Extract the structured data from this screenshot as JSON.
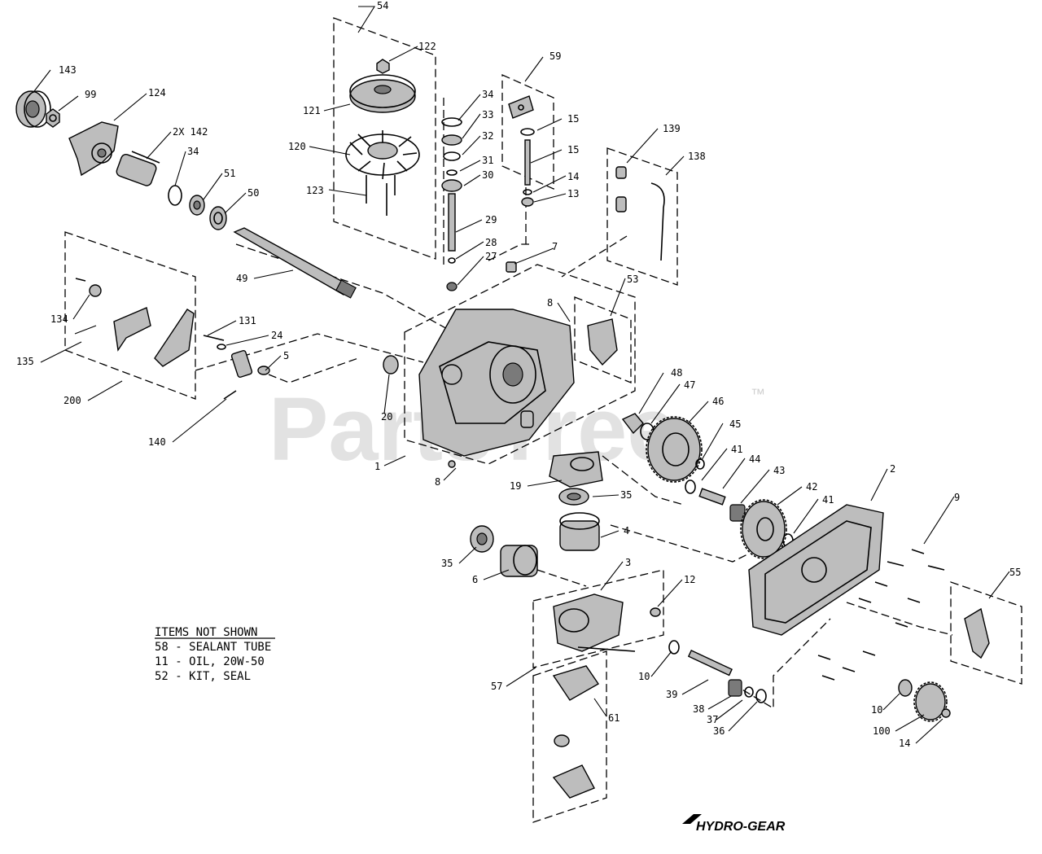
{
  "watermark": {
    "text": "PartsTree",
    "trademark": "™"
  },
  "notes": {
    "heading": "ITEMS NOT SHOWN",
    "lines": [
      "58 - SEALANT TUBE",
      "11 - OIL, 20W-50",
      "52 - KIT, SEAL"
    ]
  },
  "brand": {
    "logo_text": "HYDRO-GEAR"
  },
  "callouts": [
    "54",
    "122",
    "121",
    "120",
    "123",
    "143",
    "99",
    "124",
    "2X 142",
    "34",
    "51",
    "50",
    "49",
    "34",
    "33",
    "32",
    "31",
    "30",
    "29",
    "28",
    "27",
    "59",
    "15",
    "15",
    "14",
    "13",
    "7",
    "139",
    "138",
    "134",
    "135",
    "200",
    "131",
    "24",
    "5",
    "140",
    "20",
    "1",
    "8",
    "8",
    "53",
    "48",
    "47",
    "46",
    "45",
    "41",
    "44",
    "43",
    "42",
    "41",
    "2",
    "9",
    "55",
    "19",
    "35",
    "4",
    "35",
    "6",
    "3",
    "12",
    "57",
    "10",
    "39",
    "38",
    "37",
    "36",
    "61",
    "10",
    "100",
    "14"
  ]
}
